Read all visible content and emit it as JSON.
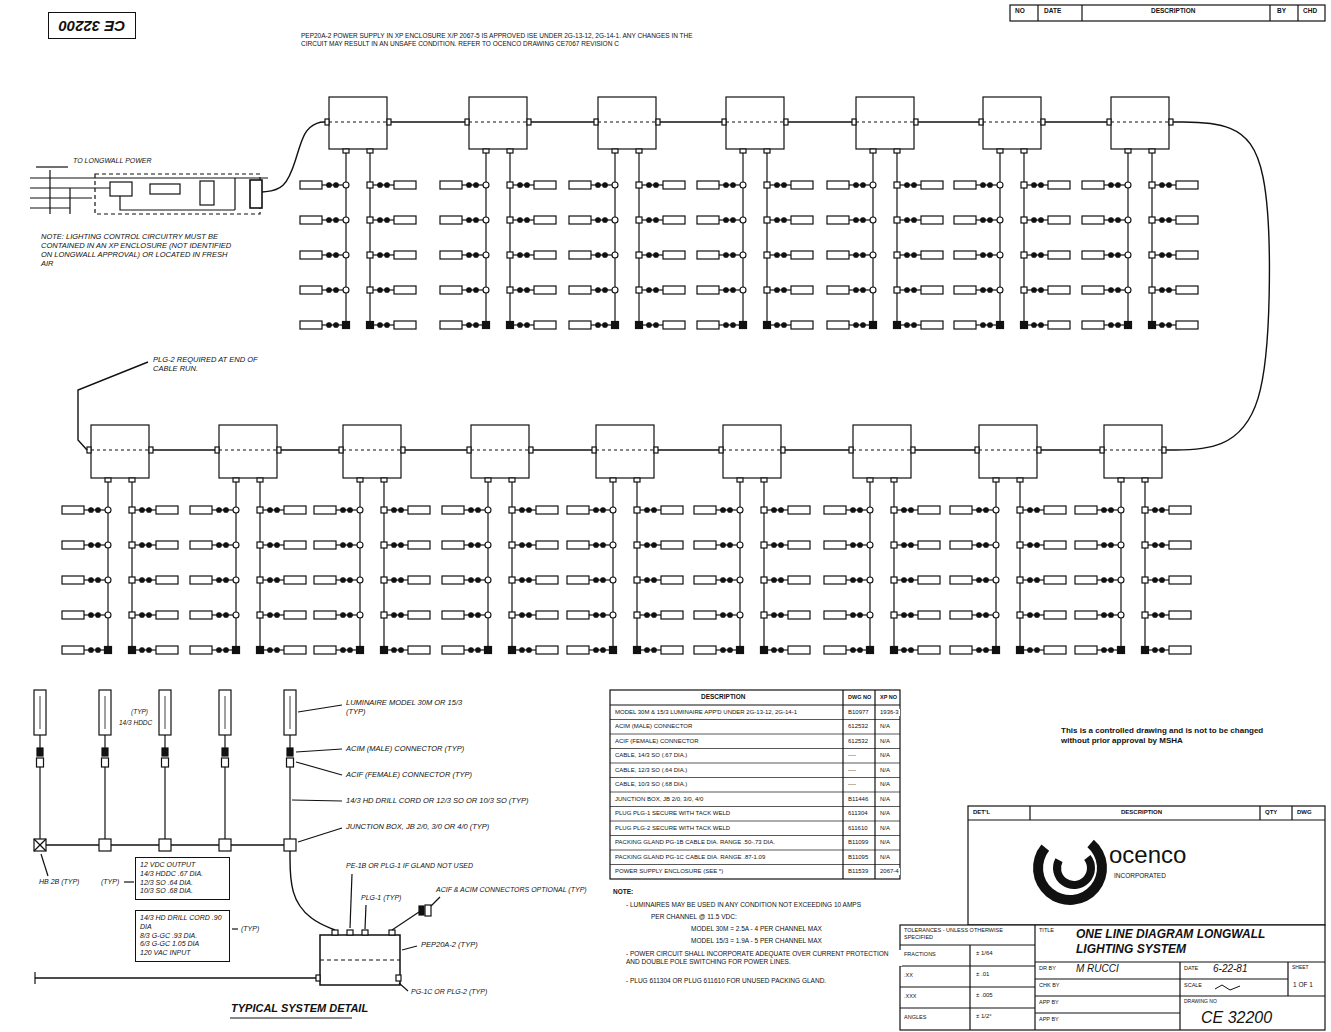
{
  "diagram": {
    "title": "ONE LINE DIAGRAM LONGWALL LIGHTING SYSTEM",
    "nodes": [
      {
        "text": [
          "CE 32200"
        ]
      },
      {
        "text": [
          "12 VDC OUTPUT",
          "14/3 HDDC .67 DIA.",
          "12/3 SO .64 DIA.",
          "10/3 SO .68 DIA."
        ]
      },
      {
        "text": [
          "14/3 HD DRILL CORD .90 DIA",
          "8/3 G-GC .93 DIA.",
          "6/3 G-GC 1.05 DIA",
          "120 VAC INPUT"
        ]
      }
    ],
    "labels": [
      "PEP20A-2 POWER SUPPLY IN XP ENCLOSURE X/P 2067-5 IS APPROVED ISE UNDER 2G-13-12, 2G-14-1. ANY CHANGES IN THE CIRCUIT MAY RESULT IN AN UNSAFE CONDITION. REFER TO OCENCO DRAWING CE7067 REVISION C",
      "NO",
      "DATE",
      "DESCRIPTION",
      "BY",
      "CHD",
      "TO LONGWALL POWER",
      "NOTE: LIGHTING CONTROL CIRCUITRY MUST BE CONTAINED IN AN XP ENCLOSURE (NOT IDENTIFIED ON LONGWALL APPROVAL) OR LOCATED IN FRESH AIR",
      "PLG-2 REQUIRED AT END OF CABLE RUN.",
      "LUMINAIRE MODEL 30M OR 15/3 (TYP)",
      "(TYP)",
      "14/3 HDDC",
      "ACIM (MALE) CONNECTOR (TYP)",
      "ACIF (FEMALE) CONNECTOR (TYP)",
      "14/3 HD DRILL CORD OR 12/3 SO OR 10/3 SO (TYP)",
      "JUNCTION BOX, JB 2/0, 3/0 OR 4/0 (TYP)",
      "HB 2B (TYP)",
      "(TYP)",
      "(TYP)",
      "PLG-1 (TYP)",
      "PE-1B OR PLG-1 IF GLAND NOT USED",
      "ACIF & ACIM CONNECTORS OPTIONAL (TYP)",
      "PEP20A-2 (TYP)",
      "PG-1C OR PLG-2 (TYP)",
      "TYPICAL SYSTEM DETAIL",
      "DESCRIPTION",
      "DWG NO",
      "XP NO",
      "MODEL 30M & 15/3 LUMINAIRE APP'D UNDER 2G-13-12, 2G-14-1",
      "B10977",
      "1936-3",
      "ACIM (MALE) CONNECTOR",
      "612532",
      "N/A",
      "ACIF (FEMALE) CONNECTOR",
      "612532",
      "N/A",
      "CABLE, 14/3 SO (.67 DIA.)",
      "----",
      "N/A",
      "CABLE, 12/3 SO (.64 DIA.)",
      "----",
      "N/A",
      "CABLE, 10/3 SO (.68 DIA.)",
      "----",
      "N/A",
      "JUNCTION BOX, JB 2/0, 3/0, 4/0",
      "B11446",
      "N/A",
      "PLUG PLG-1 SECURE WITH TACK WELD",
      "611304",
      "N/A",
      "PLUG PLG-2 SECURE WITH TACK WELD",
      "611610",
      "N/A",
      "PACKING GLAND PG-1B CABLE DIA. RANGE .50-.73 DIA.",
      "B11099",
      "N/A",
      "PACKING GLAND PG-1C CABLE DIA. RANGE .87-1.09",
      "B11095",
      "N/A",
      "POWER SUPPLY ENCLOSURE (SEE *)",
      "B11539",
      "2067-4",
      "NOTE:",
      "- LUMINAIRES MAY BE USED IN ANY CONDITION NOT EXCEEDING 10 AMPS",
      "PER CHANNEL @ 11.5 VDC:",
      "MODEL 30M = 2.5A - 4 PER CHANNEL MAX",
      "MODEL 15/3 = 1.9A - 5 PER CHANNEL MAX",
      "- POWER CIRCUIT SHALL INCORPORATE ADEQUATE OVER CURRENT PROTECTION AND DOUBLE POLE SWITCHING FOR POWER LINES.",
      "- PLUG 611304 OR PLUG 611610 FOR UNUSED PACKING GLAND.",
      "This is a controlled drawing and is not to be changed without prior approval by MSHA",
      "DET'L",
      "DESCRIPTION",
      "QTY",
      "DWG",
      "ocenco",
      "INCORPORATED",
      "TITLE",
      "TOLERANCES - UNLESS OTHERWISE SPECIFIED",
      "FRACTIONS",
      "± 1/64",
      ".XX",
      "± .01",
      ".XXX",
      "± .005",
      "ANGLES",
      "± 1/2°",
      "DR BY",
      "M RUCCI",
      "DATE",
      "6-22-81",
      "SHEET",
      "1 OF 1",
      "CHK BY",
      "SCALE",
      "APP BY",
      "APP BY",
      "DRAWING NO",
      "CE 32200"
    ]
  }
}
